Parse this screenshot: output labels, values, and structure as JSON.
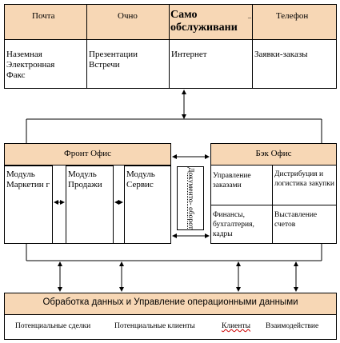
{
  "channels": {
    "headers": [
      "Почта",
      "Очно",
      "Само обслуживани",
      "Телефон"
    ],
    "items": [
      [
        "Наземная",
        "Электронная",
        "Факс"
      ],
      [
        "Презентации",
        "Встречи"
      ],
      [
        "Интернет"
      ],
      [
        "Заявки-заказы"
      ]
    ]
  },
  "front_office": {
    "title": "Фронт Офис",
    "modules": [
      "Модуль Маркетин г",
      "Модуль Продажи",
      "Модуль Сервис"
    ]
  },
  "doc_flow": {
    "label": "Документо- оборот"
  },
  "back_office": {
    "title": "Бэк Офис",
    "cells": [
      "Управление заказами",
      "Дистрибуция и логистика закупки",
      "Финансы, бухгалтерия, кадры",
      "Выставление счетов"
    ]
  },
  "data_processing": {
    "title": "Обработка данных и Управление операционными данными",
    "items": [
      "Потенциальные сделки",
      "Потенциальные клиенты",
      "Клиенты",
      "Взаимодействие"
    ]
  },
  "colors": {
    "header_fill": "#f7d7b5",
    "line": "#000000"
  }
}
